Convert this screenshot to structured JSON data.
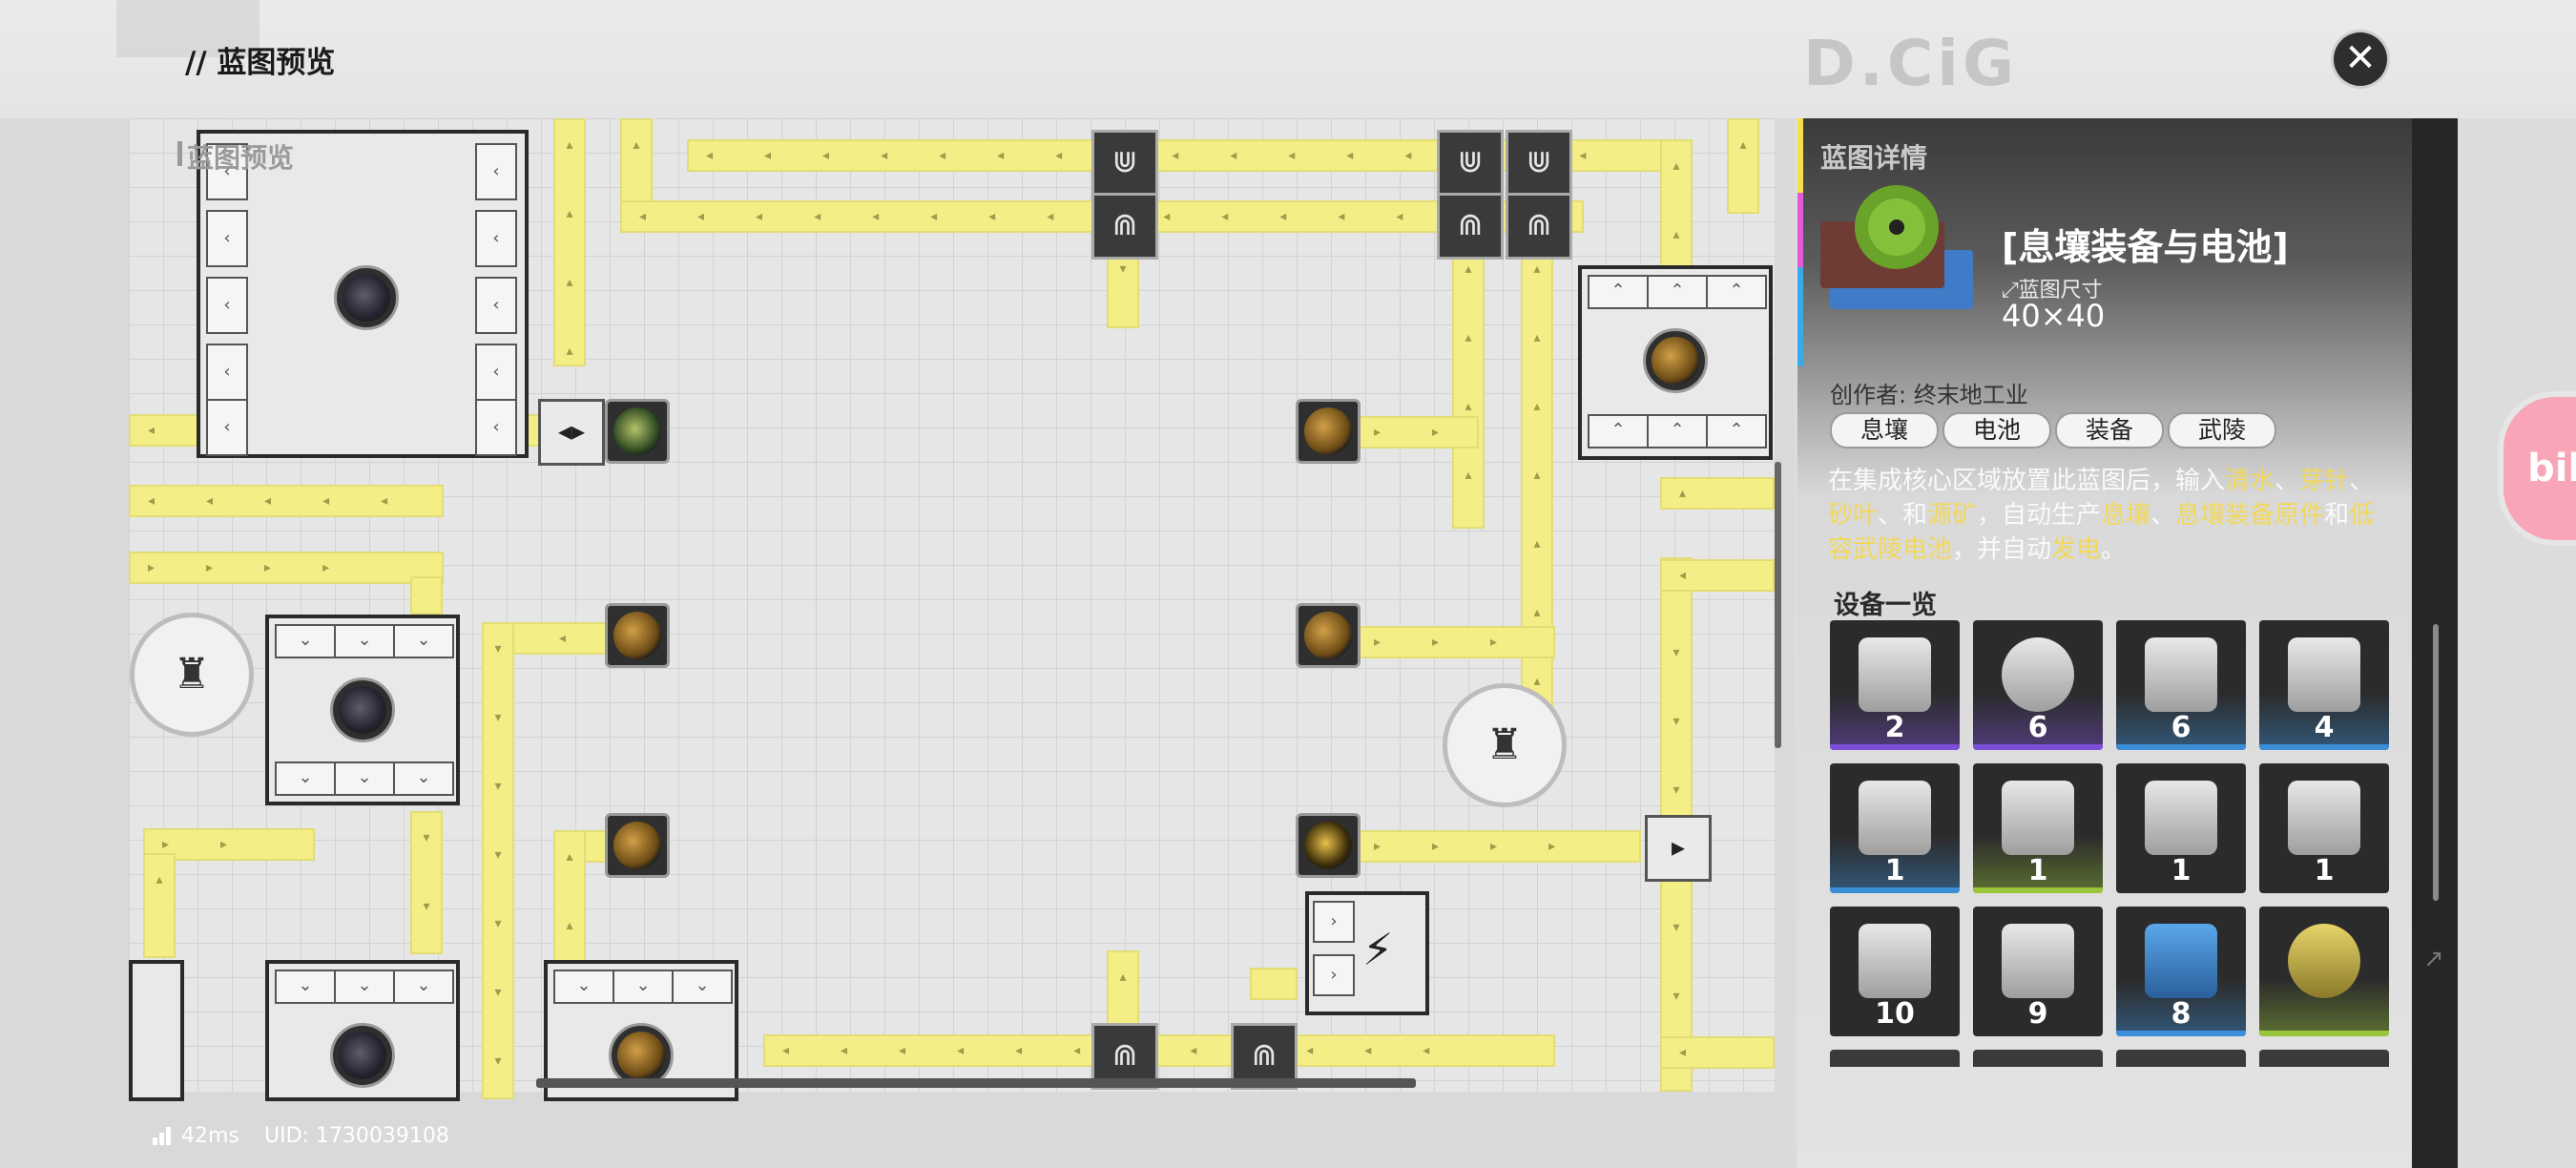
{
  "header": {
    "title": "// 蓝图预览",
    "logo": "D.CiG",
    "close_icon": "close-x-icon"
  },
  "preview": {
    "label": "蓝图预览"
  },
  "details": {
    "label": "蓝图详情",
    "blueprint_name": "息壤装备与电池",
    "size_label": "蓝图尺寸",
    "size_value": "40×40",
    "creator": "创作者: 终末地工业",
    "tags": [
      "息壤",
      "电池",
      "装备",
      "武陵"
    ],
    "description": {
      "p1": "在集成核心区域放置此蓝图后，输入",
      "h1": "清水",
      "p2": "、",
      "h2": "芽针",
      "p3": "、",
      "h3": "砂叶",
      "p4": "、和",
      "h4": "源矿",
      "p5": "，自动生产",
      "h5": "息壤",
      "p6": "、",
      "h6": "息壤装备原件",
      "p7": "和",
      "h7": "低容武陵电池",
      "p8": "，并自动",
      "h8": "发电",
      "p9": "。"
    },
    "equipment_title": "设备一览",
    "equipment": [
      {
        "count": "2",
        "rarity_color": "#7b4fd9"
      },
      {
        "count": "6",
        "rarity_color": "#7b4fd9"
      },
      {
        "count": "6",
        "rarity_color": "#3b8fd8"
      },
      {
        "count": "4",
        "rarity_color": "#3b8fd8"
      },
      {
        "count": "1",
        "rarity_color": "#3b8fd8"
      },
      {
        "count": "1",
        "rarity_color": "#9ac63a"
      },
      {
        "count": "1",
        "rarity_color": "#2b2b2b"
      },
      {
        "count": "1",
        "rarity_color": "#2b2b2b"
      },
      {
        "count": "10",
        "rarity_color": "#2b2b2b"
      },
      {
        "count": "9",
        "rarity_color": "#2b2b2b"
      },
      {
        "count": "8",
        "rarity_color": "#3b8fd8"
      },
      {
        "count": "",
        "rarity_color": "#9ac63a"
      }
    ]
  },
  "status": {
    "latency": "42ms",
    "uid": "UID: 1730039108"
  },
  "side_widget": {
    "text": "bili"
  }
}
